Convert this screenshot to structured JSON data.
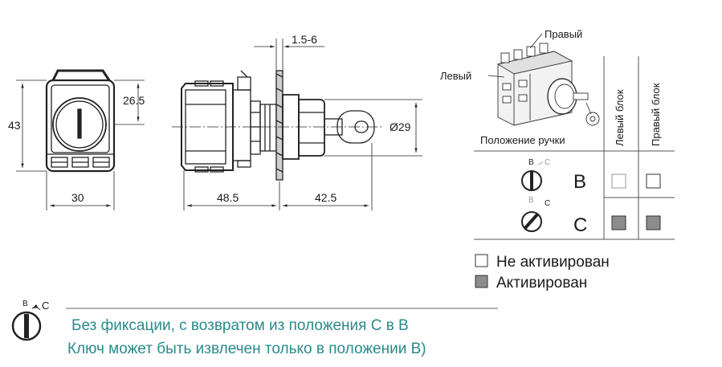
{
  "dimensions": {
    "height_total": "43",
    "height_center": "26.5",
    "width_front": "30",
    "panel_thickness": "1.5-6",
    "depth_body": "48.5",
    "depth_front": "42.5",
    "diameter": "Ø29"
  },
  "table": {
    "block_labels": {
      "right": "Правый",
      "left": "Левый"
    },
    "header_position": "Положение ручки",
    "header_left_block": "Левый блок",
    "header_right_block": "Правый блок",
    "rows": [
      {
        "position": "B",
        "left_active": false,
        "right_active": false
      },
      {
        "position": "C",
        "left_active": true,
        "right_active": true
      }
    ],
    "dial_letters": {
      "b": "B",
      "c": "C"
    }
  },
  "legend": {
    "inactive": "Не активирован",
    "active": "Активирован"
  },
  "note": {
    "line1": "Без фиксации, с возвратом из положения C в B",
    "line2": "Ключ может быть извлечен только в положении B)"
  },
  "colors": {
    "caption": "#2a8a8c",
    "active_fill": "#8c8c8c",
    "inactive_fill": "#ffffff"
  }
}
